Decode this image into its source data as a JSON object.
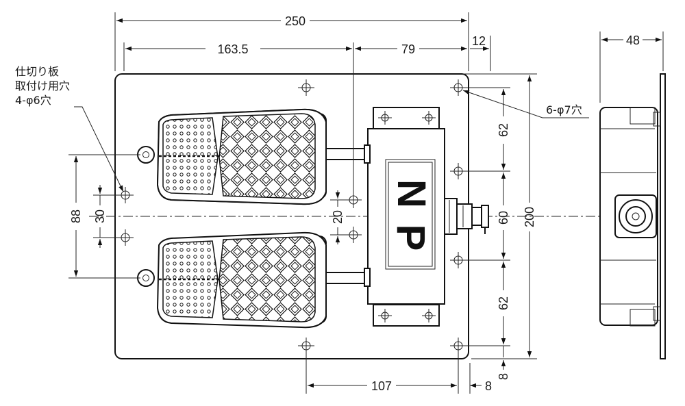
{
  "dimensions": {
    "overall_width": "250",
    "left_span": "163.5",
    "right_span": "79",
    "edge_offset": "12",
    "side_depth": "48",
    "bottom_span": "107",
    "bottom_offset": "8",
    "bottom_offset_v": "8",
    "upper_pitch": "62",
    "lower_pitch": "62",
    "center_pitch": "60",
    "overall_height": "200",
    "pedal_pitch": "88",
    "partition_pitch": "30",
    "center_hole_pitch": "20"
  },
  "notes": {
    "partition_line1": "仕切り板",
    "partition_line2": "取付け用穴",
    "partition_line3": "4-φ6穴",
    "mount_holes": "6-φ7穴"
  },
  "box_label": {
    "letter_top": "N",
    "letter_bottom": "P"
  },
  "colors": {
    "line": "#111111",
    "background": "#ffffff"
  }
}
